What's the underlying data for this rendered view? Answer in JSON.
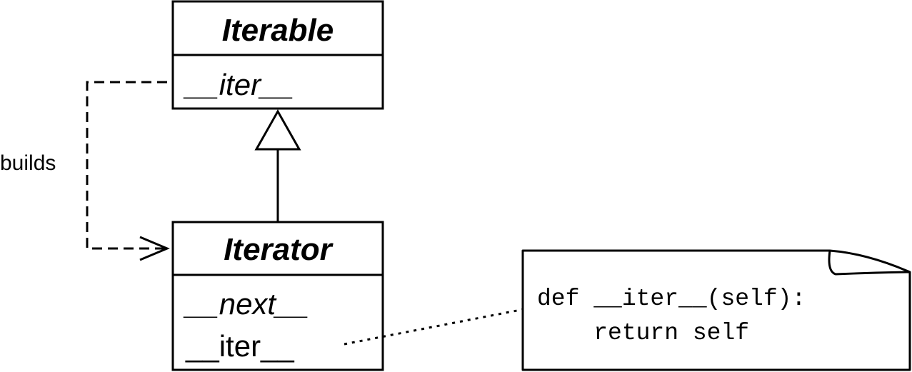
{
  "classes": {
    "iterable": {
      "name": "Iterable",
      "members": [
        "__iter__"
      ]
    },
    "iterator": {
      "name": "Iterator",
      "members": [
        "__next__",
        "__iter__"
      ]
    }
  },
  "relations": {
    "builds_label": "builds"
  },
  "note": {
    "line1": "def __iter__(self):",
    "line2": "    return self"
  }
}
